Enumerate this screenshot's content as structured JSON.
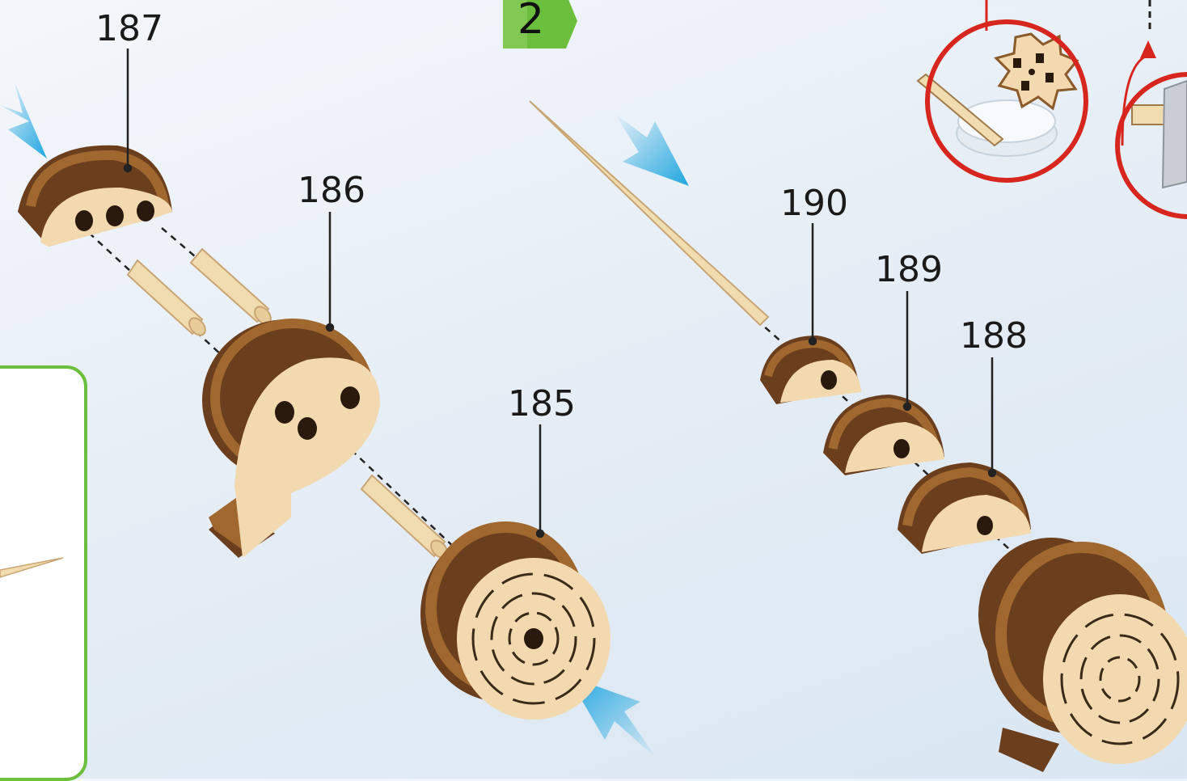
{
  "step": {
    "number": "2",
    "color": "#6cbf3c"
  },
  "labels": {
    "p187": "187",
    "p186": "186",
    "p185": "185",
    "p190": "190",
    "p189": "189",
    "p188": "188"
  },
  "colors": {
    "wood_light": "#f3d9b0",
    "wood_dark": "#6b3f1e",
    "wood_mid": "#a0682f",
    "dowel": "#f0dcaf",
    "arrow_blue": "#1fa6e0",
    "highlight_red": "#d7261e",
    "inset_border": "#6cbf3c"
  },
  "icons": [
    "arrow-icon",
    "glue-pot-icon",
    "gear-icon",
    "cutter-icon"
  ]
}
